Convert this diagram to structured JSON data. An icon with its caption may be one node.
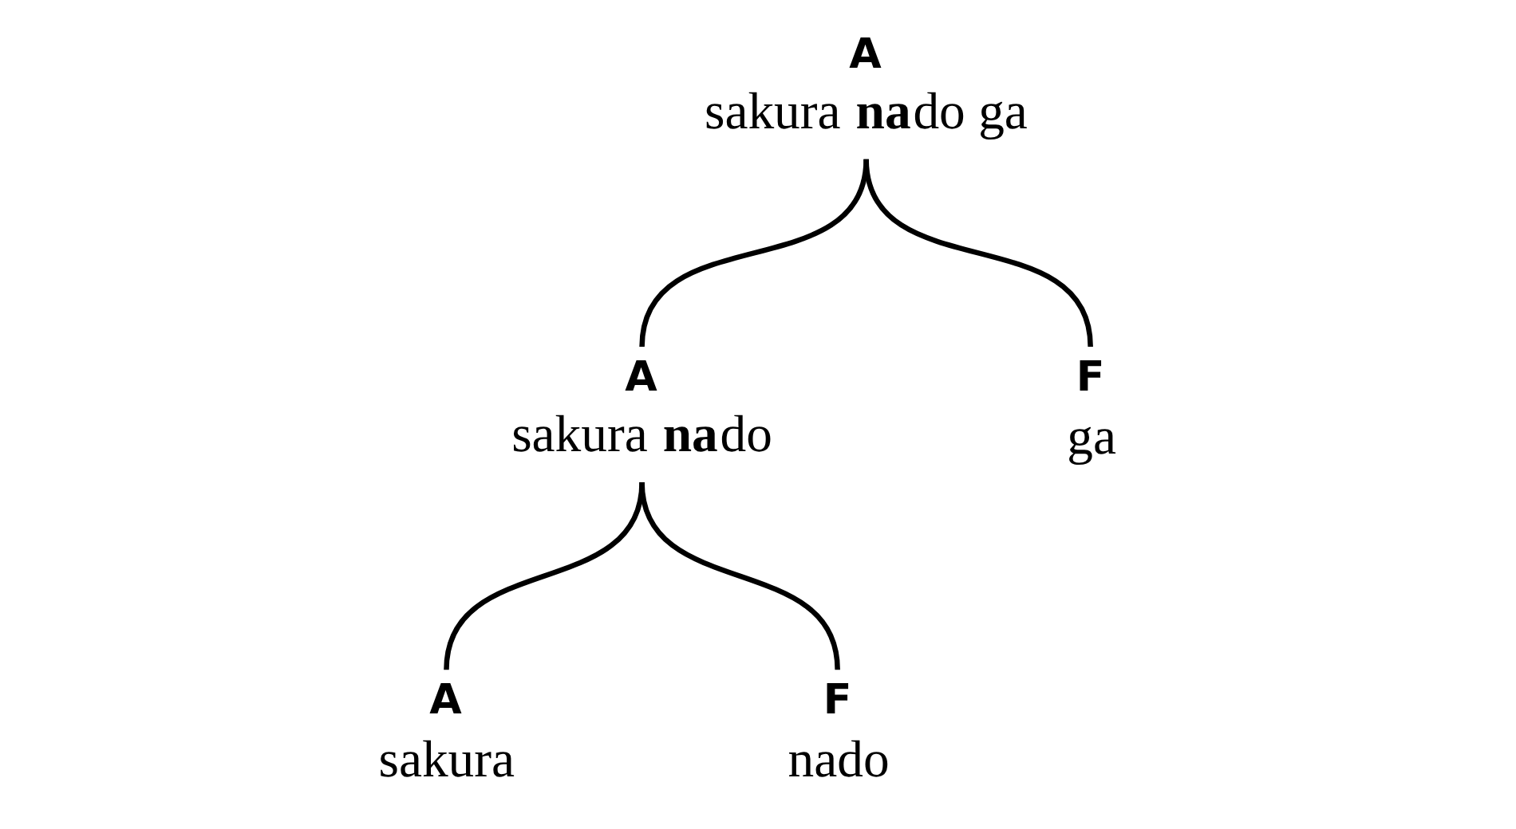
{
  "diagram": {
    "nodes": [
      {
        "text": [
          "A",
          "sakura **na**do ga"
        ]
      },
      {
        "text": [
          "A",
          "sakura **na**do"
        ]
      },
      {
        "text": [
          "F",
          "ga"
        ]
      },
      {
        "text": [
          "A",
          "sakura"
        ]
      },
      {
        "text": [
          "F",
          "nado"
        ]
      }
    ],
    "edges": [
      {
        "from": 0,
        "to": 1,
        "arrow": "none"
      },
      {
        "from": 0,
        "to": 2,
        "arrow": "none"
      },
      {
        "from": 1,
        "to": 3,
        "arrow": "none"
      },
      {
        "from": 1,
        "to": 4,
        "arrow": "none"
      }
    ]
  }
}
